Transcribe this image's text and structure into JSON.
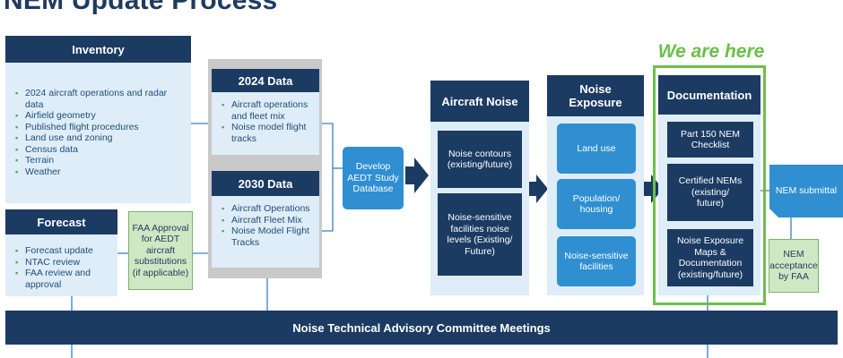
{
  "title": "NEM Update Process",
  "inventory": {
    "header": "Inventory",
    "items": [
      "2024 aircraft operations and radar data",
      "Airfield geometry",
      "Published flight procedures",
      "Land use and zoning",
      "Census data",
      "Terrain",
      "Weather"
    ]
  },
  "forecast": {
    "header": "Forecast",
    "items": [
      "Forecast update",
      "NTAC review",
      "FAA review and approval"
    ]
  },
  "faa_note": "FAA Approval for AEDT aircraft substitutions (if applicable)",
  "data2024": {
    "header": "2024 Data",
    "items": [
      "Aircraft operations and fleet mix",
      "Noise model flight tracks"
    ]
  },
  "data2030": {
    "header": "2030 Data",
    "items": [
      "Aircraft Operations",
      "Aircraft Fleet Mix",
      "Noise Model Flight Tracks"
    ]
  },
  "develop_box": "Develop AEDT Study Database",
  "aircraft_noise": {
    "header": "Aircraft Noise",
    "box1": "Noise contours (existing/future)",
    "box2": "Noise-sensitive facilities noise levels (Existing/ Future)"
  },
  "noise_exposure": {
    "header": "Noise Exposure",
    "boxes": [
      "Land use",
      "Population/ housing",
      "Noise-sensitive facilities"
    ]
  },
  "documentation": {
    "here_label": "We are here",
    "header": "Documentation",
    "boxes": [
      "Part 150 NEM Checklist",
      "Certified NEMs (existing/ future)",
      "Noise Exposure Maps & Documentation (existing/future)"
    ]
  },
  "nem_submittal": "NEM submittal",
  "nem_acceptance": "NEM acceptance by FAA",
  "ntac_bar": "Noise Technical Advisory Committee Meetings",
  "colors": {
    "navy": "#1b3b63",
    "light_blue": "#deedf7",
    "accent_blue": "#2f8fd1",
    "green": "#6cc04a",
    "grey": "#c9c9c9"
  }
}
